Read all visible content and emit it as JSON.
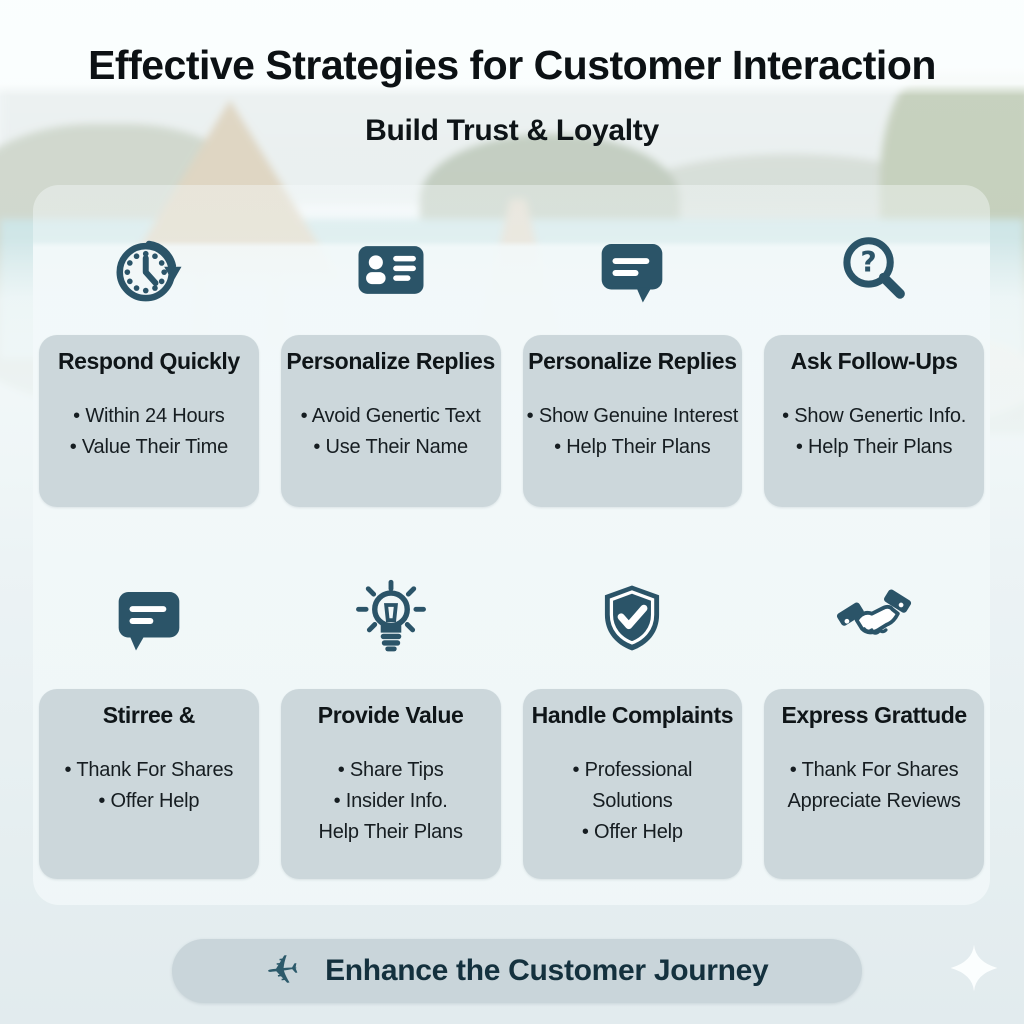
{
  "header": {
    "title": "Effective Strategies for Customer Interaction",
    "subtitle": "Build Trust & Loyalty"
  },
  "cards": [
    {
      "icon": "clock-history-icon",
      "title": "Respond Quickly",
      "lines": [
        "• Within 24 Hours",
        "• Value Their Time"
      ]
    },
    {
      "icon": "contact-card-icon",
      "title": "Personalize Replies",
      "lines": [
        "• Avoid Genertic Text",
        "• Use Their Name"
      ]
    },
    {
      "icon": "chat-bubble-icon",
      "title": "Personalize Replies",
      "lines": [
        "• Show Genuine Interest",
        "• Help Their Plans"
      ]
    },
    {
      "icon": "search-question-icon",
      "title": "Ask Follow-Ups",
      "lines": [
        "• Show Genertic Info.",
        "• Help Their Plans"
      ]
    },
    {
      "icon": "chat-bubble-icon",
      "title": "Stirree &",
      "lines": [
        "• Thank For Shares",
        "• Offer Help"
      ]
    },
    {
      "icon": "lightbulb-icon",
      "title": "Provide Value",
      "lines": [
        "• Share Tips",
        "• Insider Info.",
        "Help Their Plans"
      ]
    },
    {
      "icon": "shield-check-icon",
      "title": "Handle Complaints",
      "lines": [
        "• Professional",
        "Solutions",
        "• Offer Help"
      ]
    },
    {
      "icon": "handshake-icon",
      "title": "Express Grattude",
      "lines": [
        "• Thank For Shares",
        "Appreciate Reviews"
      ]
    }
  ],
  "footer": {
    "icon": "airplane-icon",
    "label": "Enhance the Customer Journey"
  },
  "colors": {
    "icon_dark_teal": "#2b5468",
    "card_background": "#ccd7db",
    "pill_background": "#c9d5da",
    "heading_text": "#0c1114"
  }
}
